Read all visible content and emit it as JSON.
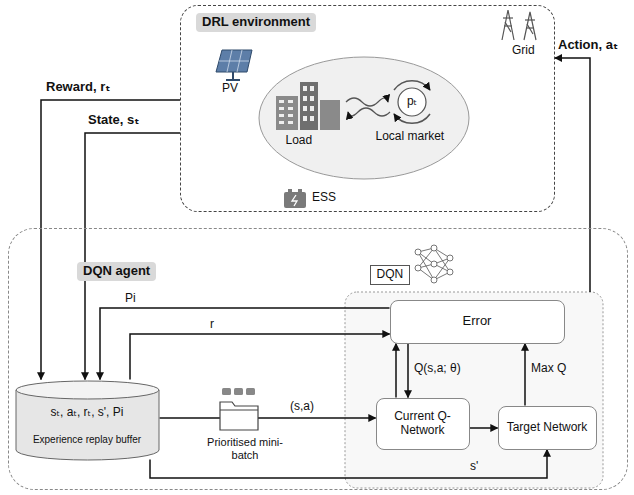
{
  "diagram": {
    "nodes": [
      {
        "text": [
          "DRL environment"
        ]
      },
      {
        "text": [
          "Load",
          "Local market"
        ],
        "in": 0
      },
      {
        "text": [
          "DQN agent"
        ]
      },
      {
        "text": [
          "sₜ, aₜ, rₜ, s', Pi",
          "Experience replay buffer"
        ],
        "in": 2
      },
      {
        "text": [
          "DQN"
        ],
        "in": 2
      },
      {
        "text": [
          "Error"
        ],
        "in": 2
      },
      {
        "text": [
          "Current Q-Network"
        ],
        "in": 2
      },
      {
        "text": [
          "Target Network"
        ],
        "in": 2
      }
    ],
    "edges": [
      {
        "from": 0,
        "to": 3,
        "arrow": "to",
        "label": "Reward, rₜ"
      },
      {
        "from": 0,
        "to": 3,
        "arrow": "to",
        "label": "State, sₜ"
      },
      {
        "from": 2,
        "to": 0,
        "arrow": "to",
        "label": "Action, aₜ"
      },
      {
        "from": 5,
        "to": 3,
        "arrow": "to",
        "label": "Pi"
      },
      {
        "from": 3,
        "to": 5,
        "arrow": "to",
        "label": "r"
      },
      {
        "from": 3,
        "to": 6,
        "arrow": "to",
        "label": "(s,a)"
      },
      {
        "from": 3,
        "to": 7,
        "arrow": "to",
        "label": "s'"
      },
      {
        "from": 6,
        "to": 5,
        "arrow": "to",
        "label": "Q(s,a; θ)"
      },
      {
        "from": 5,
        "to": 6,
        "arrow": "to"
      },
      {
        "from": 7,
        "to": 5,
        "arrow": "to",
        "label": "Max Q"
      },
      {
        "from": 6,
        "to": 7,
        "arrow": "to"
      }
    ],
    "labels": [
      "PV",
      "Grid",
      "ESS",
      "pₜ",
      "Prioritised mini-batch"
    ]
  }
}
